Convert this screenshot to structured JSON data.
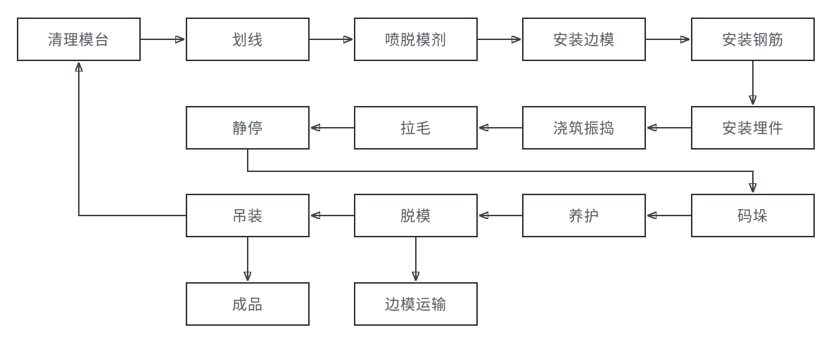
{
  "diagram": {
    "type": "flowchart",
    "background_color": "#ffffff",
    "node_border_color": "#2c3036",
    "node_fill_color": "#ffffff",
    "text_color": "#55585e",
    "arrow_color": "#3d4147",
    "nodes": [
      {
        "id": "clean-mold-table",
        "label": "清理模台"
      },
      {
        "id": "marking",
        "label": "划线"
      },
      {
        "id": "spray-release-agent",
        "label": "喷脱模剂"
      },
      {
        "id": "install-side-forms",
        "label": "安装边模"
      },
      {
        "id": "install-rebar",
        "label": "安装钢筋"
      },
      {
        "id": "install-embeds",
        "label": "安装埋件"
      },
      {
        "id": "pour-and-vibrate",
        "label": "浇筑振捣"
      },
      {
        "id": "roughening",
        "label": "拉毛"
      },
      {
        "id": "resting",
        "label": "静停"
      },
      {
        "id": "stacking",
        "label": "码垛"
      },
      {
        "id": "curing",
        "label": "养护"
      },
      {
        "id": "demolding",
        "label": "脱模"
      },
      {
        "id": "hoisting",
        "label": "吊装"
      },
      {
        "id": "finished-product",
        "label": "成品"
      },
      {
        "id": "side-form-transport",
        "label": "边模运输"
      }
    ],
    "edges": [
      {
        "from": "clean-mold-table",
        "to": "marking"
      },
      {
        "from": "marking",
        "to": "spray-release-agent"
      },
      {
        "from": "spray-release-agent",
        "to": "install-side-forms"
      },
      {
        "from": "install-side-forms",
        "to": "install-rebar"
      },
      {
        "from": "install-rebar",
        "to": "install-embeds"
      },
      {
        "from": "install-embeds",
        "to": "pour-and-vibrate"
      },
      {
        "from": "pour-and-vibrate",
        "to": "roughening"
      },
      {
        "from": "roughening",
        "to": "resting"
      },
      {
        "from": "resting",
        "to": "stacking"
      },
      {
        "from": "stacking",
        "to": "curing"
      },
      {
        "from": "curing",
        "to": "demolding"
      },
      {
        "from": "demolding",
        "to": "hoisting"
      },
      {
        "from": "hoisting",
        "to": "clean-mold-table"
      },
      {
        "from": "hoisting",
        "to": "finished-product"
      },
      {
        "from": "demolding",
        "to": "side-form-transport"
      }
    ]
  }
}
